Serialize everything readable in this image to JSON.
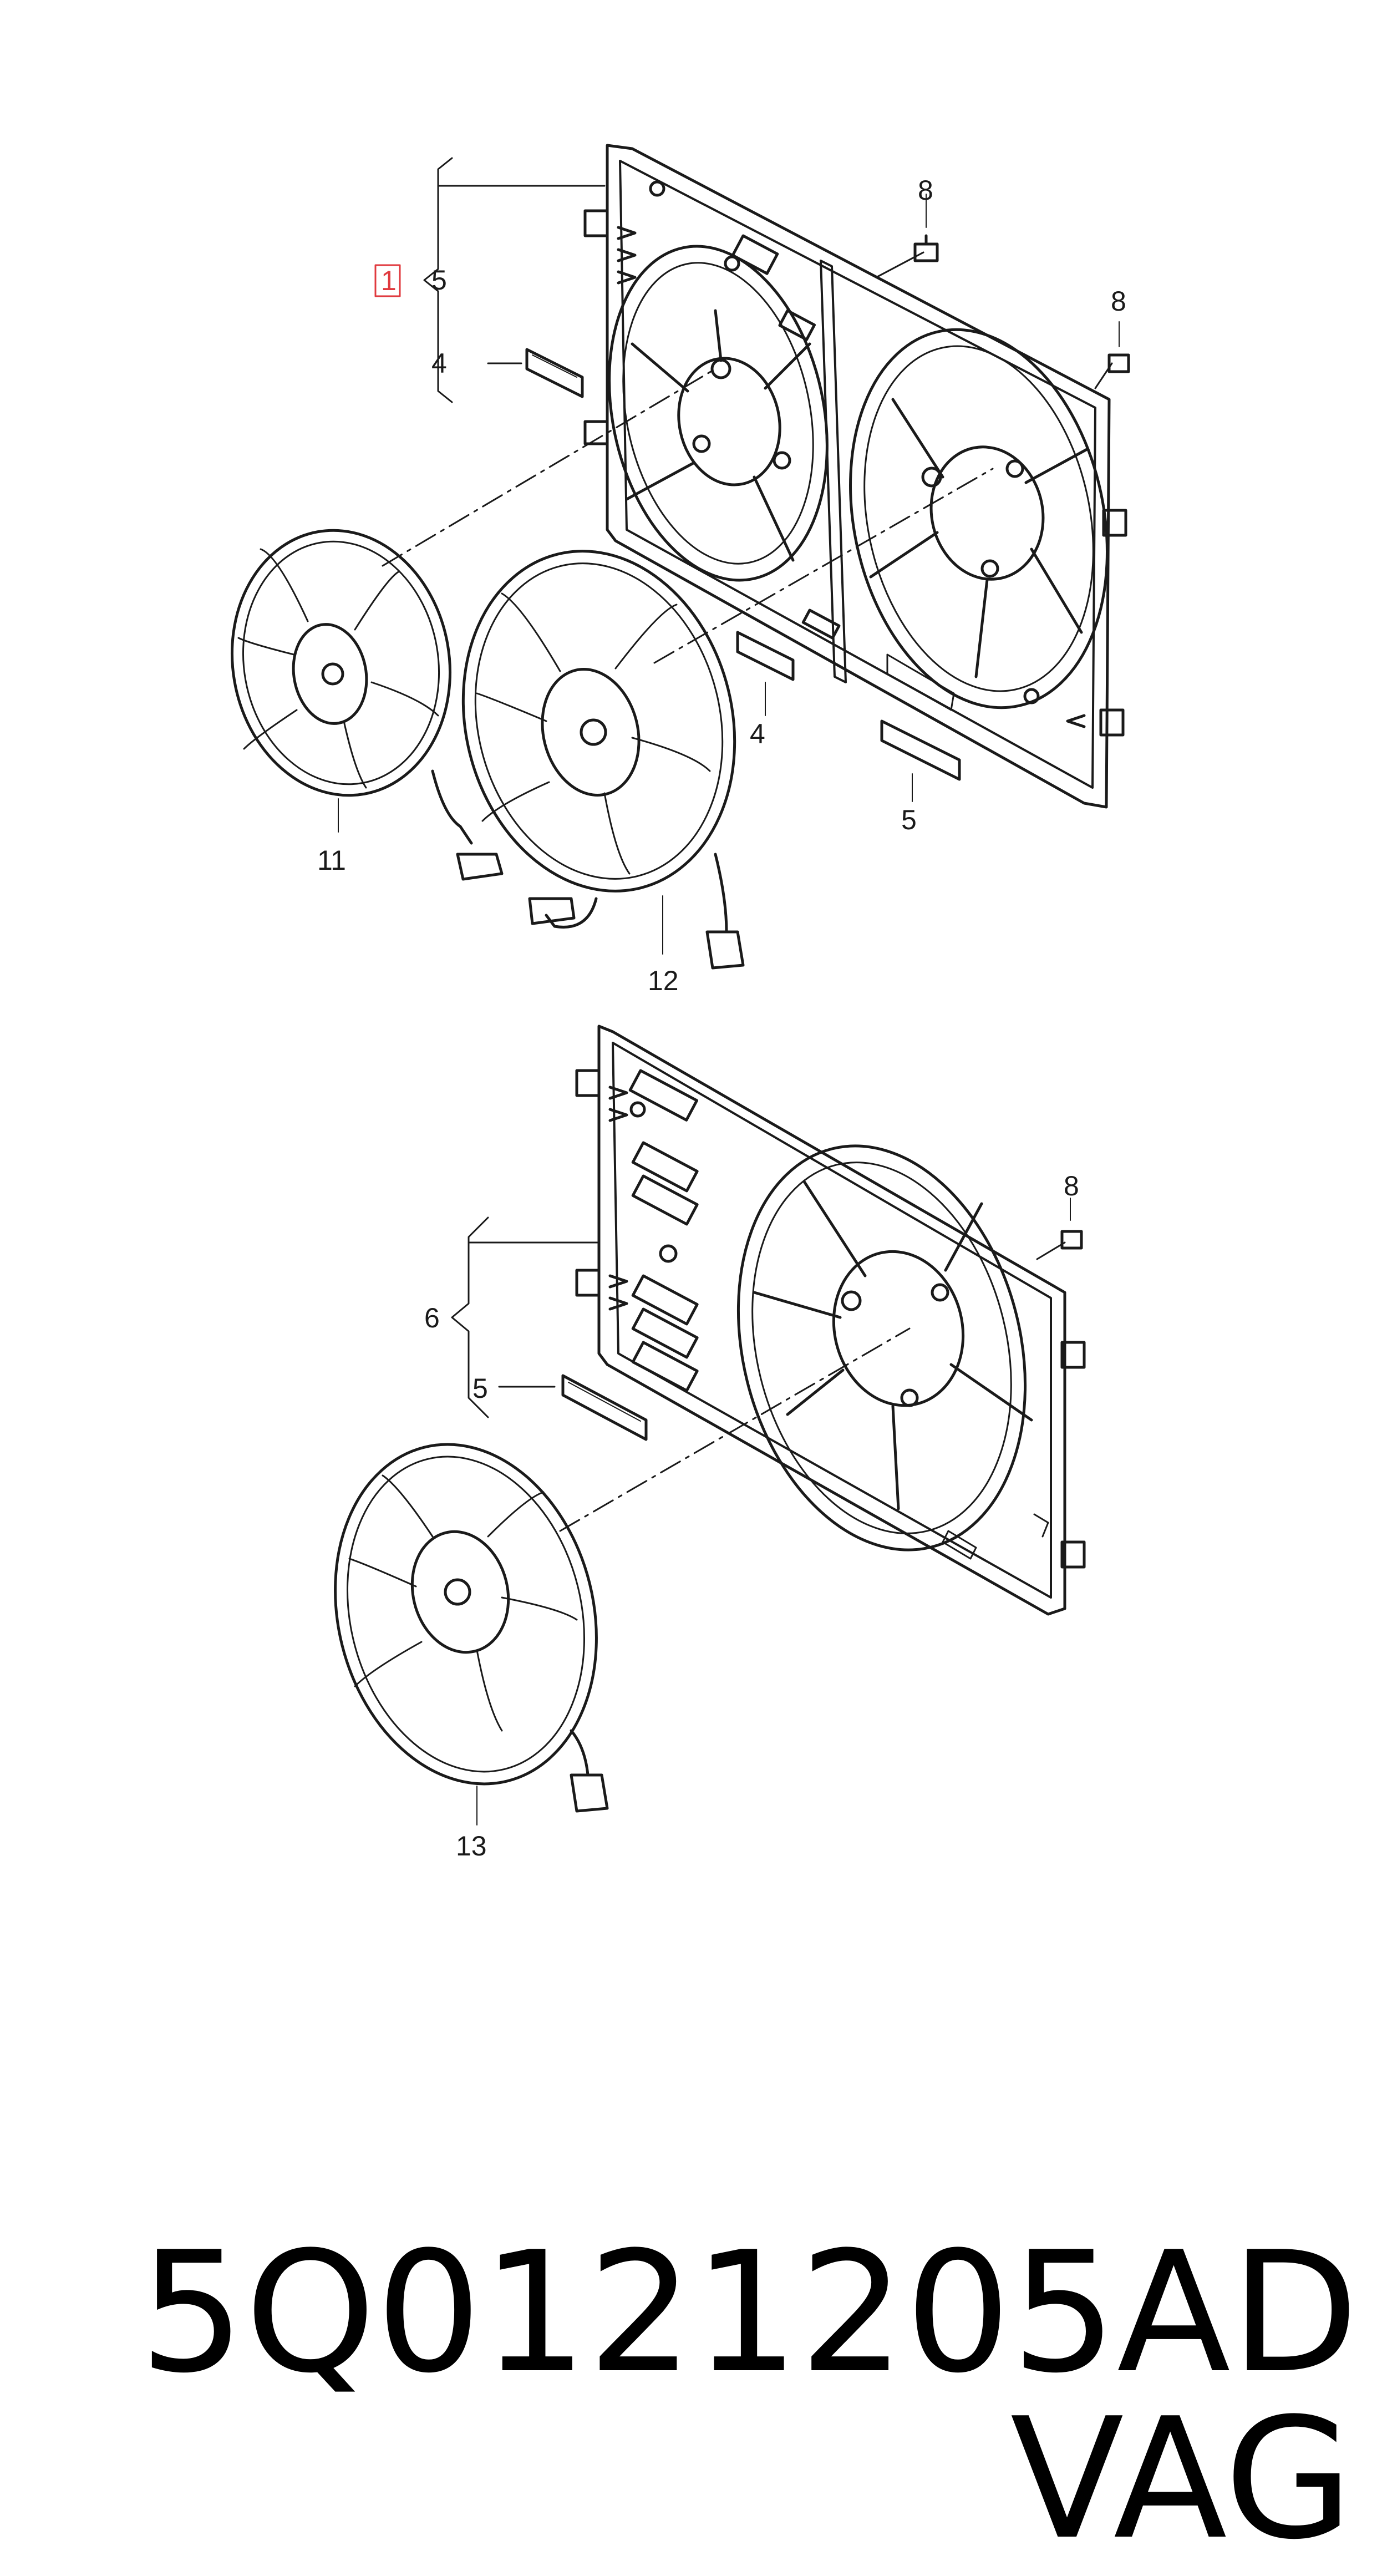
{
  "labels": {
    "callout_1": "1",
    "l5_top": "5",
    "l4_top": "4",
    "l8_a": "8",
    "l8_b": "8",
    "l4_mid": "4",
    "l5_mid": "5",
    "l11": "11",
    "l12": "12",
    "l8_c": "8",
    "l6": "6",
    "l5_bottom": "5",
    "l13": "13"
  },
  "caption": {
    "part_number": "5Q0121205AD",
    "brand": "VAG"
  },
  "colors": {
    "line": "#1a1a1a",
    "callout_box": "#e0393e",
    "background": "#ffffff"
  }
}
